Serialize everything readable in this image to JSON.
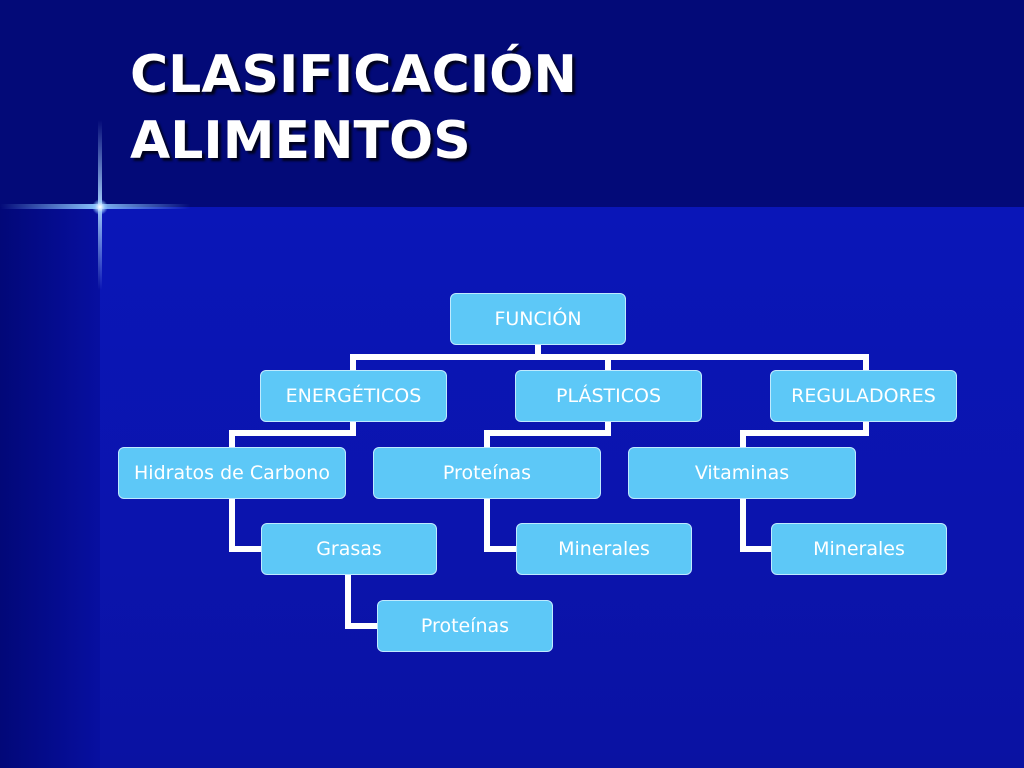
{
  "slide": {
    "title_line1": "CLASIFICACIÓN",
    "title_line2": "ALIMENTOS"
  },
  "diagram": {
    "root": "FUNCIÓN",
    "categories": [
      {
        "label": "ENERGÉTICOS",
        "children": [
          "Hidratos de Carbono",
          "Grasas",
          "Proteínas"
        ]
      },
      {
        "label": "PLÁSTICOS",
        "children": [
          "Proteínas",
          "Minerales"
        ]
      },
      {
        "label": "REGULADORES",
        "children": [
          "Vitaminas",
          "Minerales"
        ]
      }
    ]
  },
  "colors": {
    "background": "#0a10a0",
    "header_band": "#030a78",
    "node_fill": "#5dc8f7",
    "connector": "#ffffff"
  }
}
